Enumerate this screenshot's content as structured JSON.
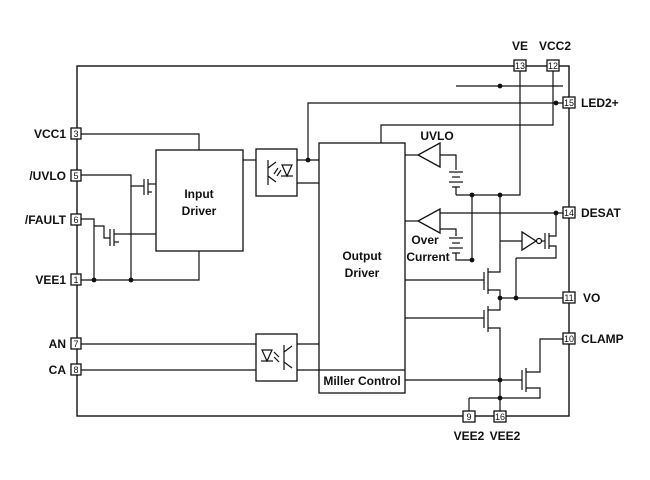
{
  "pins": {
    "vcc1": {
      "number": "3",
      "label": "VCC1"
    },
    "uvlo_n": {
      "number": "5",
      "label": "/UVLO"
    },
    "fault_n": {
      "number": "6",
      "label": "/FAULT"
    },
    "vee1": {
      "number": "1",
      "label": "VEE1"
    },
    "an": {
      "number": "7",
      "label": "AN"
    },
    "ca": {
      "number": "8",
      "label": "CA"
    },
    "ve": {
      "number": "13",
      "label": "VE"
    },
    "vcc2": {
      "number": "12",
      "label": "VCC2"
    },
    "led2p": {
      "number": "15",
      "label": "LED2+"
    },
    "desat": {
      "number": "14",
      "label": "DESAT"
    },
    "vo": {
      "number": "11",
      "label": "VO"
    },
    "clamp": {
      "number": "10",
      "label": "CLAMP"
    },
    "vee2_a": {
      "number": "9",
      "label": "VEE2"
    },
    "vee2_b": {
      "number": "16",
      "label": "VEE2"
    }
  },
  "blocks": {
    "input_driver": {
      "line1": "Input",
      "line2": "Driver"
    },
    "output_driver": {
      "line1": "Output",
      "line2": "Driver"
    },
    "miller": "Miller Control",
    "uvlo": "UVLO",
    "over_current": {
      "line1": "Over",
      "line2": "Current"
    }
  }
}
